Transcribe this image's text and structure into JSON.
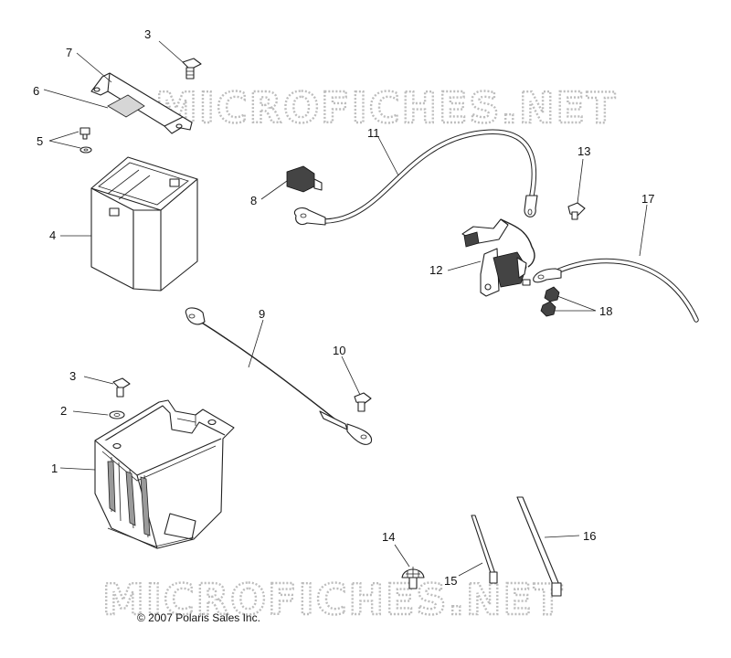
{
  "watermark": "MICROFICHES.NET",
  "copyright": "© 2007 Polaris Sales Inc.",
  "callouts": {
    "c1": "1",
    "c2": "2",
    "c3a": "3",
    "c3b": "3",
    "c4": "4",
    "c5": "5",
    "c6": "6",
    "c7": "7",
    "c8": "8",
    "c9": "9",
    "c10": "10",
    "c11": "11",
    "c12": "12",
    "c13": "13",
    "c14": "14",
    "c15": "15",
    "c16": "16",
    "c17": "17",
    "c18": "18"
  }
}
